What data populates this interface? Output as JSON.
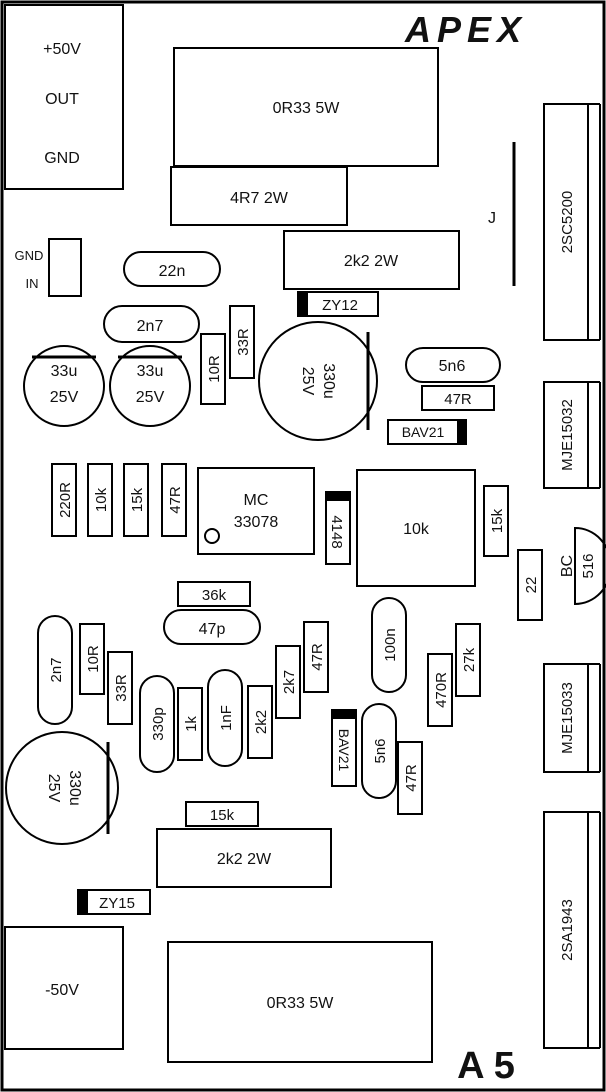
{
  "brand": {
    "logo_text": "APEX",
    "board_id": "A 5"
  },
  "terminals": {
    "plus50": "+50V",
    "out": "OUT",
    "gnd_top": "GND",
    "gnd_in_1": "GND",
    "gnd_in_2": "IN",
    "minus50": "-50V"
  },
  "jumper": "J",
  "transistors": {
    "t1": "2SC5200",
    "t2": "MJE15032",
    "t3_line1": "BC",
    "t3_line2": "516",
    "t4": "MJE15033",
    "t5": "2SA1943"
  },
  "resistors": {
    "r_0r33_top": "0R33 5W",
    "r_4r7": "4R7 2W",
    "r_2k2_top": "2k2 2W",
    "r_33r_top": "33R",
    "r_10r_top": "10R",
    "r_47r_right": "47R",
    "r_220r": "220R",
    "r_10k_small": "10k",
    "r_15k_small": "15k",
    "r_47r_left": "47R",
    "r_10k_big": "10k",
    "r_15k_right": "15k",
    "r_22": "22",
    "r_36k": "36k",
    "r_10r_mid": "10R",
    "r_33r_mid": "33R",
    "r_1k": "1k",
    "r_2k2_small": "2k2",
    "r_2k7": "2k7",
    "r_47r_mid": "47R",
    "r_470r": "470R",
    "r_27k": "27k",
    "r_47r_low": "47R",
    "r_15k_low": "15k",
    "r_2k2_bottom": "2k2 2W",
    "r_0r33_bottom": "0R33 5W"
  },
  "capacitors": {
    "c_22n": "22n",
    "c_2n7_top": "2n7",
    "c_33u_a_1": "33u",
    "c_33u_a_2": "25V",
    "c_33u_b_1": "33u",
    "c_33u_b_2": "25V",
    "c_330u_top_1": "330u",
    "c_330u_top_2": "25V",
    "c_5n6_top": "5n6",
    "c_47p": "47p",
    "c_100n": "100n",
    "c_2n7_mid": "2n7",
    "c_330p": "330p",
    "c_1nf": "1nF",
    "c_5n6_low": "5n6",
    "c_330u_bottom_1": "330u",
    "c_330u_bottom_2": "25V"
  },
  "diodes": {
    "zy12": "ZY12",
    "bav21_top": "BAV21",
    "d4148": "4148",
    "bav21_low": "BAV21",
    "zy15": "ZY15"
  },
  "ic": {
    "line1": "MC",
    "line2": "33078"
  }
}
